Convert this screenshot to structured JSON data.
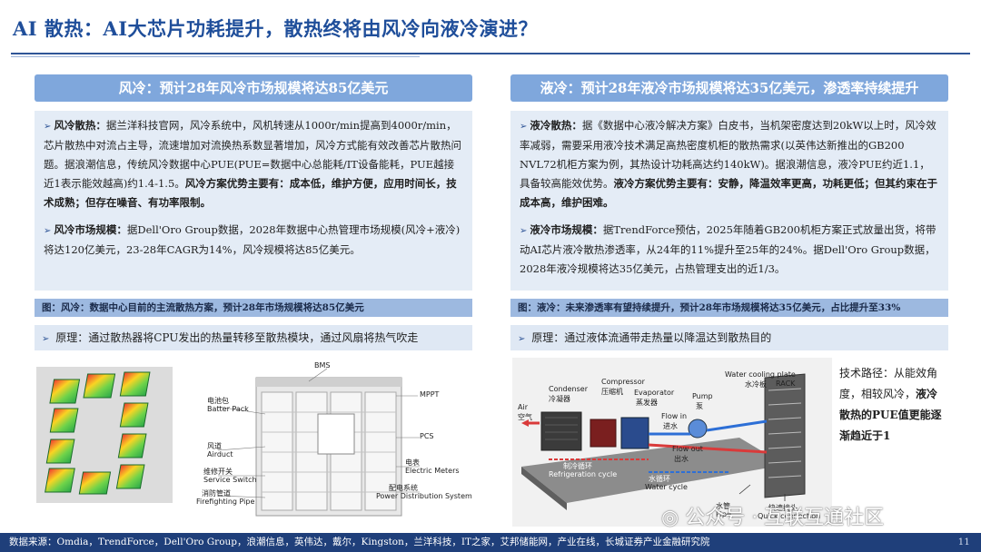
{
  "title": "AI 散热：AI大芯片功耗提升，散热终将由风冷向液冷演进？",
  "left": {
    "header": "风冷：预计28年风冷市场规模将达85亿美元",
    "p1_label": "风冷散热：",
    "p1_text": "据兰洋科技官网，风冷系统中，风机转速从1000r/min提高到4000r/min，芯片散热中对流占主导，流速增加对流换热系数显著增加，风冷方式能有效改善芯片散热问题。据浪潮信息，传统风冷数据中心PUE(PUE=数据中心总能耗/IT设备能耗，PUE越接近1表示能效越高)约1.4-1.5。",
    "p1_bold": "风冷方案优势主要有：成本低，维护方便，应用时间长，技术成熟；但存在噪音、有功率限制。",
    "p2_label": "风冷市场规模：",
    "p2_text": "据Dell'Oro Group数据，2028年数据中心热管理市场规模(风冷+液冷)将达120亿美元，23-28年CAGR为14%，风冷规模将达85亿美元。",
    "caption": "图：风冷：数据中心目前的主流散热方案，预计28年市场规模将达85亿美元",
    "principle": "原理：通过散热器将CPU发出的热量转移至散热模块，通过风扇将热气吹走",
    "cabinet_labels": {
      "bms": "BMS",
      "battery_cn": "电池包",
      "battery_en": "Batter Pack",
      "mppt": "MPPT",
      "pcs": "PCS",
      "airduct_cn": "风道",
      "airduct_en": "Airduct",
      "meter_cn": "电表",
      "meter_en": "Electric Meters",
      "switch_cn": "维修开关",
      "switch_en": "Service Switch",
      "pds_cn": "配电系统",
      "pds_en": "Power Distribution System",
      "fire_cn": "消防管道",
      "fire_en": "Firefighting Pipe"
    }
  },
  "right": {
    "header": "液冷：预计28年液冷市场规模将达35亿美元，渗透率持续提升",
    "p1_label": "液冷散热：",
    "p1_text": "据《数据中心液冷解决方案》白皮书，当机架密度达到20kW以上时，风冷效率减弱，需要采用液冷技术满足高热密度机柜的散热需求(以英伟达新推出的GB200 NVL72机柜方案为例，其热设计功耗高达约140kW)。据浪潮信息，液冷PUE约近1.1，具备较高能效优势。",
    "p1_bold": "液冷方案优势主要有：安静，降温效率更高，功耗更低；但其约束在于成本高，维护困难。",
    "p2_label": "液冷市场规模：",
    "p2_text": "据TrendForce预估，2025年随着GB200机柜方案正式放量出货，将带动AI芯片液冷散热渗透率，从24年的11%提升至25年的24%。据Dell'Oro Group数据，2028年液冷规模将达35亿美元，占热管理支出的近1/3。",
    "caption": "图：液冷：未来渗透率有望持续提升，预计28年市场规模将达35亿美元，占比提升至33%",
    "principle": "原理：通过液体流通带走热量以降温达到散热目的",
    "diagram_labels": {
      "condenser_en": "Condenser",
      "condenser_cn": "冷凝器",
      "compressor_en": "Compressor",
      "compressor_cn": "压缩机",
      "evaporator_en": "Evaporator",
      "evaporator_cn": "蒸发器",
      "air_en": "Air",
      "air_cn": "空气",
      "pump_en": "Pump",
      "pump_cn": "泵",
      "flow_in_en": "Flow in",
      "flow_in_cn": "进水",
      "flow_out_en": "Flow out",
      "flow_out_cn": "出水",
      "plate_en": "Water cooling plate",
      "plate_cn": "水冷板",
      "rack": "RACK",
      "refrig_cn": "制冷循环",
      "refrig_en": "Refrigeration cycle",
      "water_cn": "水循环",
      "water_en": "Water cycle",
      "pipe_cn": "水管",
      "pipe_en": "Pipe",
      "quick_cn": "快速接头",
      "quick_en": "Quick connection"
    },
    "side_note_plain": "技术路径：从能效角度，相较风冷，",
    "side_note_bold": "液冷散热的PUE值更能逐渐趋近于1"
  },
  "footer": "数据来源：Omdia，TrendForce，Dell'Oro Group，浪潮信息，英伟达，戴尔，Kingston，兰洋科技，IT之家，艾邦储能网，产业在线，长城证券产业金融研究院",
  "page_number": "11",
  "watermark": "公众号 · 互联互通社区",
  "colors": {
    "accent": "#2f5597",
    "header_bg": "#7fa7dc",
    "panel_bg": "#e4ecf6",
    "footer_bg": "#1f3f7a"
  }
}
